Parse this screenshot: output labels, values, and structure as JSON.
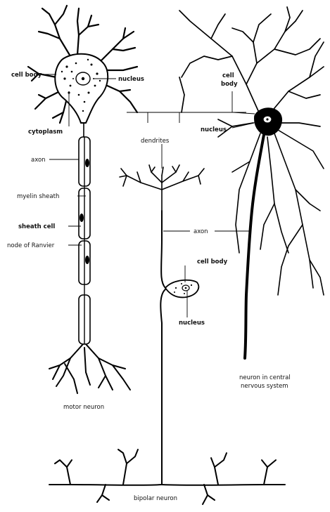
{
  "labels": {
    "cell_body_motor": "cell body",
    "nucleus_motor": "nucleus",
    "cytoplasm": "cytoplasm",
    "axon_motor": "axon",
    "myelin_sheath": "myelin sheath",
    "sheath_cell": "sheath cell",
    "node_of_ranvier": "node of Ranvier",
    "dendrites": "dendrites",
    "cell_body_cns_line1": "cell",
    "cell_body_cns_line2": "body",
    "nucleus_cns": "nucleus",
    "axon_shared": "axon",
    "cell_body_bipolar": "cell body",
    "nucleus_bipolar": "nucleus",
    "motor_neuron": "motor neuron",
    "cns_neuron_line1": "neuron in central",
    "cns_neuron_line2": "nervous system",
    "bipolar_neuron": "bipolar neuron"
  }
}
